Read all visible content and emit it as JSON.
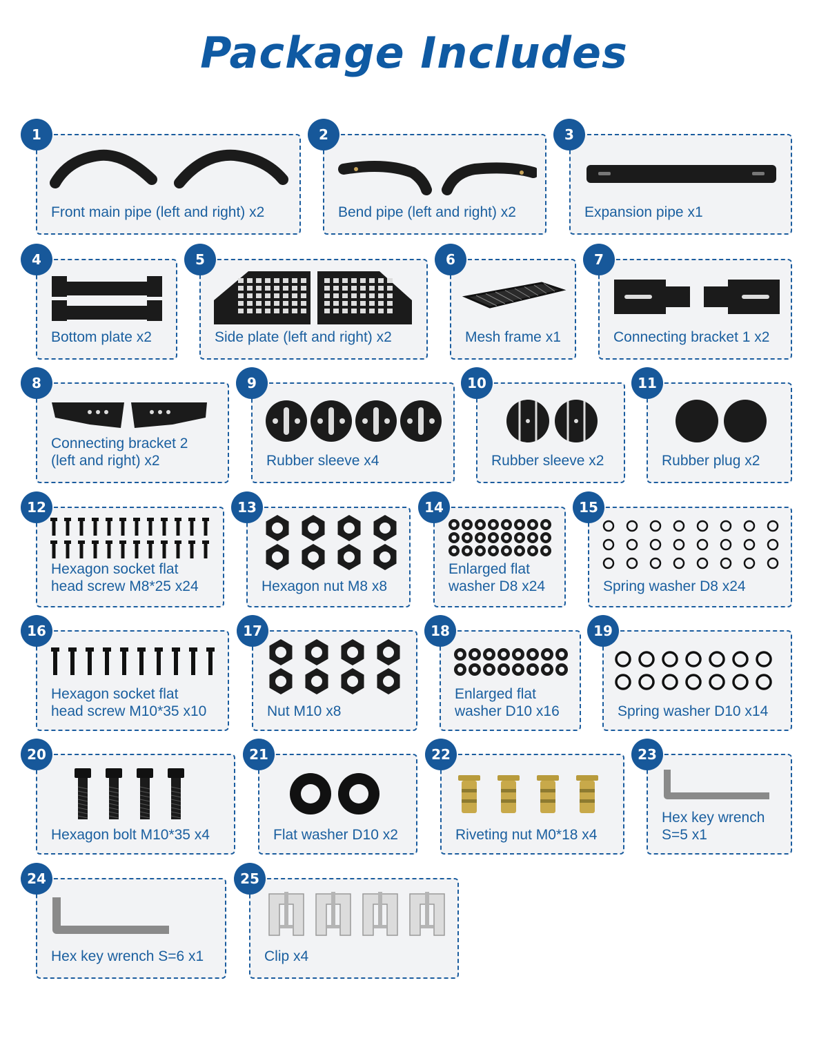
{
  "title": "Package Includes",
  "items": [
    {
      "num": "1",
      "label": "Front main pipe (left and right) x2"
    },
    {
      "num": "2",
      "label": "Bend pipe (left and right) x2"
    },
    {
      "num": "3",
      "label": "Expansion pipe x1"
    },
    {
      "num": "4",
      "label": "Bottom plate x2"
    },
    {
      "num": "5",
      "label": "Side plate (left and right) x2"
    },
    {
      "num": "6",
      "label": "Mesh frame x1"
    },
    {
      "num": "7",
      "label": "Connecting bracket 1 x2"
    },
    {
      "num": "8",
      "label": "Connecting bracket 2\n(left and right) x2"
    },
    {
      "num": "9",
      "label": "Rubber sleeve x4"
    },
    {
      "num": "10",
      "label": "Rubber sleeve x2"
    },
    {
      "num": "11",
      "label": "Rubber plug x2"
    },
    {
      "num": "12",
      "label": "Hexagon socket flat\nhead screw M8*25 x24"
    },
    {
      "num": "13",
      "label": "Hexagon nut M8 x8"
    },
    {
      "num": "14",
      "label": "Enlarged flat\nwasher D8 x24"
    },
    {
      "num": "15",
      "label": "Spring washer D8 x24"
    },
    {
      "num": "16",
      "label": "Hexagon socket flat\nhead screw M10*35 x10"
    },
    {
      "num": "17",
      "label": "Nut M10 x8"
    },
    {
      "num": "18",
      "label": "Enlarged flat\nwasher D10 x16"
    },
    {
      "num": "19",
      "label": "Spring washer D10 x14"
    },
    {
      "num": "20",
      "label": "Hexagon bolt M10*35 x4"
    },
    {
      "num": "21",
      "label": "Flat washer D10 x2"
    },
    {
      "num": "22",
      "label": "Riveting nut M0*18 x4"
    },
    {
      "num": "23",
      "label": "Hex key wrench\nS=5 x1"
    },
    {
      "num": "24",
      "label": "Hex key wrench S=6 x1"
    },
    {
      "num": "25",
      "label": "Clip x4"
    }
  ],
  "colors": {
    "accent": "#1a5f9f",
    "badge": "#17589a",
    "card_bg": "#f2f3f5"
  }
}
